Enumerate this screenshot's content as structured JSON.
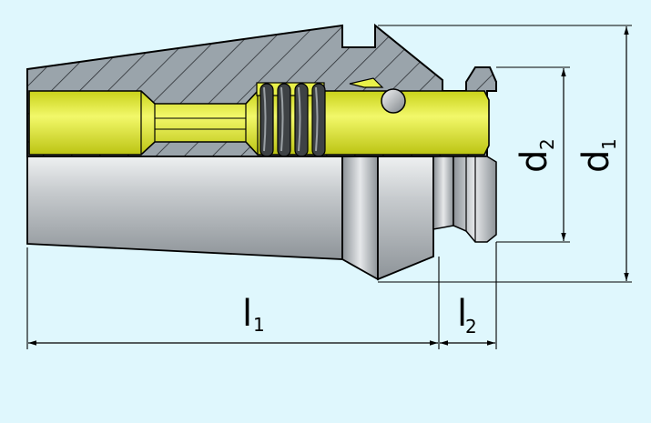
{
  "labels": {
    "l1": "l",
    "l1_sub": "1",
    "l2": "l",
    "l2_sub": "2",
    "d1": "d",
    "d1_sub": "1",
    "d2": "d",
    "d2_sub": "2"
  },
  "colors": {
    "background": "#dff7fd",
    "hatch_body": "#8f9aa2",
    "yellow_part": "#e7f02e",
    "spring": "#4b4b4b",
    "steel": "#a9aeb3",
    "outline": "#000000"
  },
  "icons": {
    "body": "tapered-collet-chuck",
    "spring": "coil-spring",
    "ball": "retaining-ball"
  }
}
